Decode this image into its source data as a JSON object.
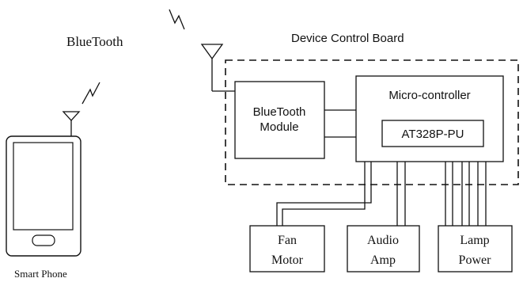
{
  "labels": {
    "bluetooth_title": "BlueTooth",
    "smart_phone": "Smart Phone",
    "board_title": "Device Control Board",
    "bt_module_line1": "BlueTooth",
    "bt_module_line2": "Module",
    "microcontroller": "Micro-controller",
    "chip": "AT328P-PU",
    "fan_line1": "Fan",
    "fan_line2": "Motor",
    "audio_line1": "Audio",
    "audio_line2": "Amp",
    "lamp_line1": "Lamp",
    "lamp_line2": "Power"
  },
  "icons": {
    "phone_antenna": "antenna-icon",
    "board_antenna": "antenna-icon",
    "signal_phone": "lightning-signal-icon",
    "signal_board": "lightning-signal-icon"
  }
}
